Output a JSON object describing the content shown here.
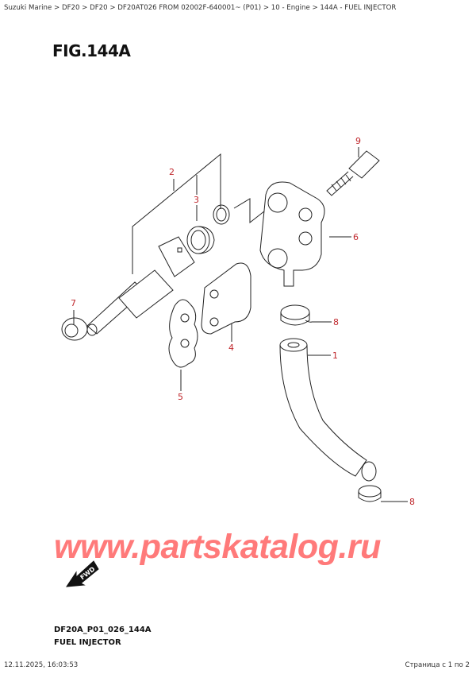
{
  "breadcrumb": "Suzuki Marine > DF20 > DF20 > DF20AT026 FROM 02002F-640001~ (P01) > 10 - Engine > 144A - FUEL INJECTOR",
  "figure_title": "FIG.144A",
  "callouts": [
    "1",
    "2",
    "3",
    "4",
    "5",
    "6",
    "7",
    "8",
    "8",
    "9"
  ],
  "watermark": "www.partskatalog.ru",
  "fwd_label": "FWD",
  "diagram_code": "DF20A_P01_026_144A",
  "diagram_name": "FUEL INJECTOR",
  "printed_at": "12.11.2025, 16:03:53",
  "page_info": "Страница с 1 по 2",
  "colors": {
    "callout": "#c0282d",
    "watermark": "#ff7a7a"
  }
}
